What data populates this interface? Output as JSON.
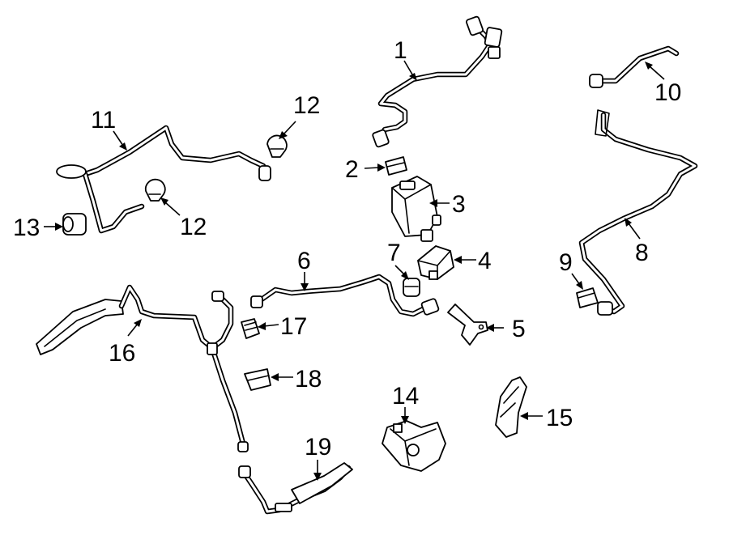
{
  "callouts": [
    {
      "id": "1",
      "text": "1"
    },
    {
      "id": "2",
      "text": "2"
    },
    {
      "id": "3",
      "text": "3"
    },
    {
      "id": "4",
      "text": "4"
    },
    {
      "id": "5",
      "text": "5"
    },
    {
      "id": "6",
      "text": "6"
    },
    {
      "id": "7",
      "text": "7"
    },
    {
      "id": "8",
      "text": "8"
    },
    {
      "id": "9",
      "text": "9"
    },
    {
      "id": "10",
      "text": "10"
    },
    {
      "id": "11",
      "text": "11"
    },
    {
      "id": "12a",
      "text": "12"
    },
    {
      "id": "12b",
      "text": "12"
    },
    {
      "id": "13",
      "text": "13"
    },
    {
      "id": "14",
      "text": "14"
    },
    {
      "id": "15",
      "text": "15"
    },
    {
      "id": "16",
      "text": "16"
    },
    {
      "id": "17",
      "text": "17"
    },
    {
      "id": "18",
      "text": "18"
    },
    {
      "id": "19",
      "text": "19"
    }
  ]
}
